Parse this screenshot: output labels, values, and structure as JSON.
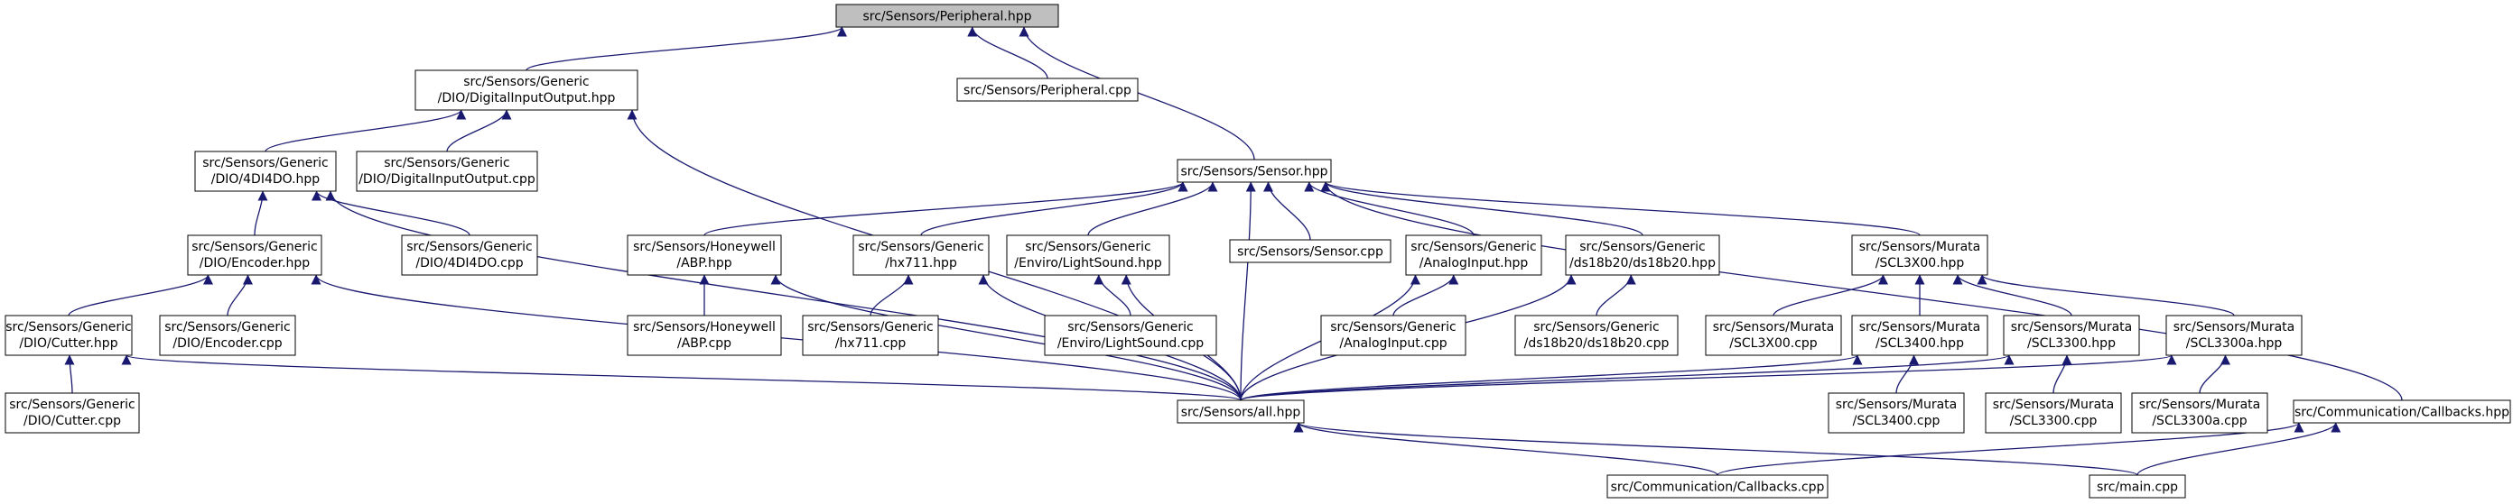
{
  "graph": {
    "edge_color": "#191970",
    "root_fill": "#bfbfbf",
    "nodes": [
      {
        "id": "peripheral_hpp",
        "lines": [
          "src/Sensors/Peripheral.hpp"
        ],
        "root": true
      },
      {
        "id": "dio_hpp",
        "lines": [
          "src/Sensors/Generic",
          "/DIO/DigitalInputOutput.hpp"
        ]
      },
      {
        "id": "peripheral_cpp",
        "lines": [
          "src/Sensors/Peripheral.cpp"
        ]
      },
      {
        "id": "dio4_hpp",
        "lines": [
          "src/Sensors/Generic",
          "/DIO/4DI4DO.hpp"
        ]
      },
      {
        "id": "dio_cpp",
        "lines": [
          "src/Sensors/Generic",
          "/DIO/DigitalInputOutput.cpp"
        ]
      },
      {
        "id": "sensor_hpp",
        "lines": [
          "src/Sensors/Sensor.hpp"
        ]
      },
      {
        "id": "encoder_hpp",
        "lines": [
          "src/Sensors/Generic",
          "/DIO/Encoder.hpp"
        ]
      },
      {
        "id": "dio4_cpp",
        "lines": [
          "src/Sensors/Generic",
          "/DIO/4DI4DO.cpp"
        ]
      },
      {
        "id": "abp_hpp",
        "lines": [
          "src/Sensors/Honeywell",
          "/ABP.hpp"
        ]
      },
      {
        "id": "hx711_hpp",
        "lines": [
          "src/Sensors/Generic",
          "/hx711.hpp"
        ]
      },
      {
        "id": "lightsound_hpp",
        "lines": [
          "src/Sensors/Generic",
          "/Enviro/LightSound.hpp"
        ]
      },
      {
        "id": "sensor_cpp",
        "lines": [
          "src/Sensors/Sensor.cpp"
        ]
      },
      {
        "id": "analog_hpp",
        "lines": [
          "src/Sensors/Generic",
          "/AnalogInput.hpp"
        ]
      },
      {
        "id": "ds18_hpp",
        "lines": [
          "src/Sensors/Generic",
          "/ds18b20/ds18b20.hpp"
        ]
      },
      {
        "id": "scl3x00_hpp",
        "lines": [
          "src/Sensors/Murata",
          "/SCL3X00.hpp"
        ]
      },
      {
        "id": "cutter_hpp",
        "lines": [
          "src/Sensors/Generic",
          "/DIO/Cutter.hpp"
        ]
      },
      {
        "id": "encoder_cpp",
        "lines": [
          "src/Sensors/Generic",
          "/DIO/Encoder.cpp"
        ]
      },
      {
        "id": "abp_cpp",
        "lines": [
          "src/Sensors/Honeywell",
          "/ABP.cpp"
        ]
      },
      {
        "id": "hx711_cpp",
        "lines": [
          "src/Sensors/Generic",
          "/hx711.cpp"
        ]
      },
      {
        "id": "lightsound_cpp",
        "lines": [
          "src/Sensors/Generic",
          "/Enviro/LightSound.cpp"
        ]
      },
      {
        "id": "analog_cpp",
        "lines": [
          "src/Sensors/Generic",
          "/AnalogInput.cpp"
        ]
      },
      {
        "id": "ds18_cpp",
        "lines": [
          "src/Sensors/Generic",
          "/ds18b20/ds18b20.cpp"
        ]
      },
      {
        "id": "scl3x00_cpp",
        "lines": [
          "src/Sensors/Murata",
          "/SCL3X00.cpp"
        ]
      },
      {
        "id": "scl3400_hpp",
        "lines": [
          "src/Sensors/Murata",
          "/SCL3400.hpp"
        ]
      },
      {
        "id": "scl3300_hpp",
        "lines": [
          "src/Sensors/Murata",
          "/SCL3300.hpp"
        ]
      },
      {
        "id": "scl3300a_hpp",
        "lines": [
          "src/Sensors/Murata",
          "/SCL3300a.hpp"
        ]
      },
      {
        "id": "cutter_cpp",
        "lines": [
          "src/Sensors/Generic",
          "/DIO/Cutter.cpp"
        ]
      },
      {
        "id": "all_hpp",
        "lines": [
          "src/Sensors/all.hpp"
        ]
      },
      {
        "id": "scl3400_cpp",
        "lines": [
          "src/Sensors/Murata",
          "/SCL3400.cpp"
        ]
      },
      {
        "id": "scl3300_cpp",
        "lines": [
          "src/Sensors/Murata",
          "/SCL3300.cpp"
        ]
      },
      {
        "id": "scl3300a_cpp",
        "lines": [
          "src/Sensors/Murata",
          "/SCL3300a.cpp"
        ]
      },
      {
        "id": "callbacks_hpp",
        "lines": [
          "src/Communication/Callbacks.hpp"
        ]
      },
      {
        "id": "callbacks_cpp",
        "lines": [
          "src/Communication/Callbacks.cpp"
        ]
      },
      {
        "id": "main_cpp",
        "lines": [
          "src/main.cpp"
        ]
      }
    ],
    "edges": [
      {
        "from": "dio_hpp",
        "to": "peripheral_hpp"
      },
      {
        "from": "peripheral_cpp",
        "to": "peripheral_hpp"
      },
      {
        "from": "sensor_hpp",
        "to": "peripheral_hpp"
      },
      {
        "from": "dio4_hpp",
        "to": "dio_hpp"
      },
      {
        "from": "dio_cpp",
        "to": "dio_hpp"
      },
      {
        "from": "all_hpp",
        "to": "dio_hpp"
      },
      {
        "from": "encoder_hpp",
        "to": "dio4_hpp"
      },
      {
        "from": "dio4_cpp",
        "to": "dio4_hpp"
      },
      {
        "from": "all_hpp",
        "to": "dio4_hpp"
      },
      {
        "from": "cutter_hpp",
        "to": "encoder_hpp"
      },
      {
        "from": "encoder_cpp",
        "to": "encoder_hpp"
      },
      {
        "from": "all_hpp",
        "to": "encoder_hpp"
      },
      {
        "from": "cutter_cpp",
        "to": "cutter_hpp"
      },
      {
        "from": "all_hpp",
        "to": "cutter_hpp"
      },
      {
        "from": "abp_hpp",
        "to": "sensor_hpp"
      },
      {
        "from": "hx711_hpp",
        "to": "sensor_hpp"
      },
      {
        "from": "lightsound_hpp",
        "to": "sensor_hpp"
      },
      {
        "from": "sensor_cpp",
        "to": "sensor_hpp"
      },
      {
        "from": "analog_hpp",
        "to": "sensor_hpp"
      },
      {
        "from": "ds18_hpp",
        "to": "sensor_hpp"
      },
      {
        "from": "scl3x00_hpp",
        "to": "sensor_hpp"
      },
      {
        "from": "all_hpp",
        "to": "sensor_hpp"
      },
      {
        "from": "callbacks_hpp",
        "to": "sensor_hpp"
      },
      {
        "from": "abp_cpp",
        "to": "abp_hpp"
      },
      {
        "from": "all_hpp",
        "to": "abp_hpp"
      },
      {
        "from": "hx711_cpp",
        "to": "hx711_hpp"
      },
      {
        "from": "all_hpp",
        "to": "hx711_hpp"
      },
      {
        "from": "lightsound_cpp",
        "to": "lightsound_hpp"
      },
      {
        "from": "all_hpp",
        "to": "lightsound_hpp"
      },
      {
        "from": "analog_cpp",
        "to": "analog_hpp"
      },
      {
        "from": "all_hpp",
        "to": "analog_hpp"
      },
      {
        "from": "ds18_cpp",
        "to": "ds18_hpp"
      },
      {
        "from": "all_hpp",
        "to": "ds18_hpp"
      },
      {
        "from": "scl3x00_cpp",
        "to": "scl3x00_hpp"
      },
      {
        "from": "scl3400_hpp",
        "to": "scl3x00_hpp"
      },
      {
        "from": "scl3300_hpp",
        "to": "scl3x00_hpp"
      },
      {
        "from": "scl3300a_hpp",
        "to": "scl3x00_hpp"
      },
      {
        "from": "scl3400_cpp",
        "to": "scl3400_hpp"
      },
      {
        "from": "all_hpp",
        "to": "scl3400_hpp"
      },
      {
        "from": "scl3300_cpp",
        "to": "scl3300_hpp"
      },
      {
        "from": "all_hpp",
        "to": "scl3300_hpp"
      },
      {
        "from": "scl3300a_cpp",
        "to": "scl3300a_hpp"
      },
      {
        "from": "all_hpp",
        "to": "scl3300a_hpp"
      },
      {
        "from": "callbacks_cpp",
        "to": "all_hpp"
      },
      {
        "from": "main_cpp",
        "to": "all_hpp"
      },
      {
        "from": "callbacks_cpp",
        "to": "callbacks_hpp"
      },
      {
        "from": "main_cpp",
        "to": "callbacks_hpp"
      }
    ]
  }
}
